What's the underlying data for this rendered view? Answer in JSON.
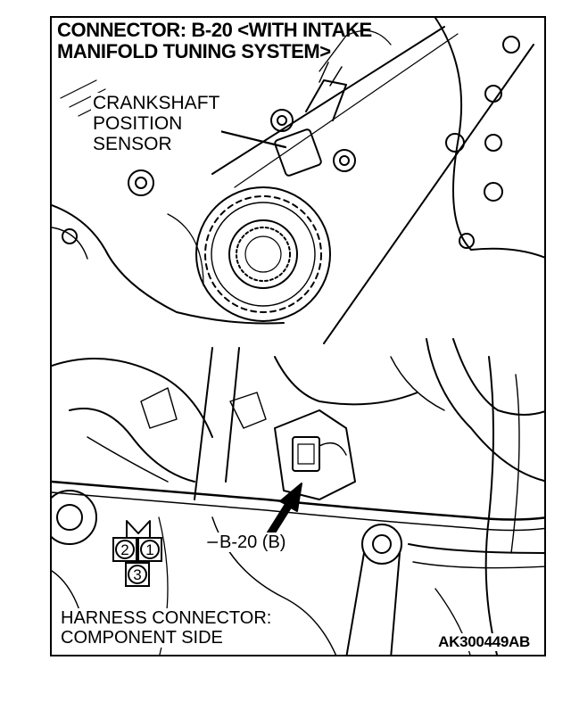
{
  "title": {
    "line1": "CONNECTOR: B-20 <WITH INTAKE",
    "line2": "MANIFOLD TUNING SYSTEM>"
  },
  "labels": {
    "sensor": [
      "CRANKSHAFT",
      "POSITION",
      "SENSOR"
    ],
    "connector_id": "B-20 (B)",
    "harness": [
      "HARNESS CONNECTOR:",
      "COMPONENT SIDE"
    ],
    "figure_code": "AK300449AB"
  },
  "connector_pins": [
    "2",
    "1",
    "3"
  ]
}
